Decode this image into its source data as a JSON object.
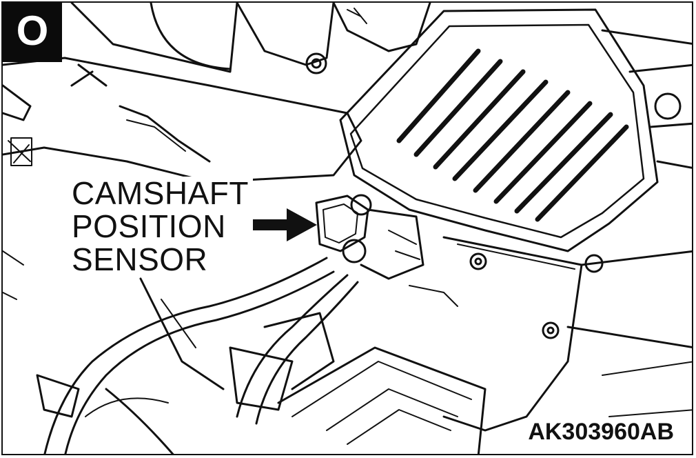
{
  "badge": {
    "letter": "O"
  },
  "callout": {
    "lines": [
      "CAMSHAFT",
      "POSITION",
      "SENSOR"
    ]
  },
  "figure_code": "AK303960AB",
  "colors": {
    "ink": "#111111",
    "paper": "#ffffff",
    "badge_fill": "#0b0b0b"
  },
  "icons": [
    "arrow-right-icon"
  ]
}
